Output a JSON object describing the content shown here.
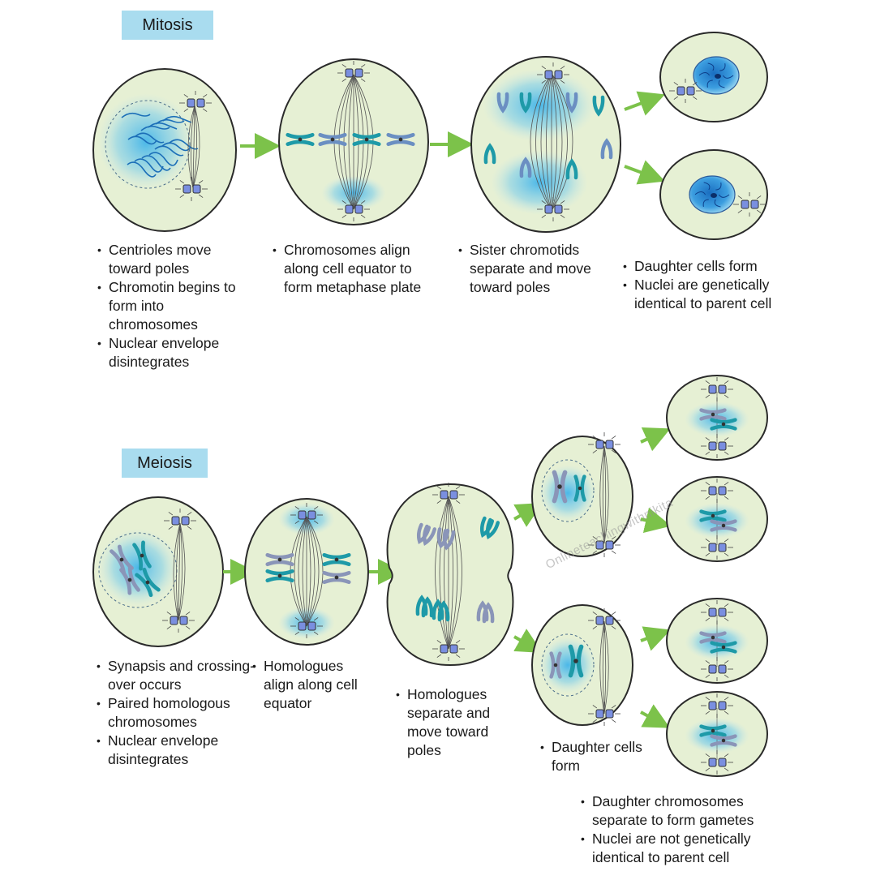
{
  "mitosis": {
    "title": "Mitosis",
    "steps": [
      {
        "bullets": [
          "Centrioles move toward poles",
          "Chromotin begins to form into chromosomes",
          "Nuclear envelope disintegrates"
        ]
      },
      {
        "bullets": [
          "Chromosomes align along cell equator to form metaphase plate"
        ]
      },
      {
        "bullets": [
          "Sister chromotids separate and move toward poles"
        ]
      },
      {
        "bullets": [
          "Daughter cells form",
          "Nuclei are genetically identical to parent cell"
        ]
      }
    ]
  },
  "meiosis": {
    "title": "Meiosis",
    "steps": [
      {
        "bullets": [
          "Synapsis and crossing-over occurs",
          "Paired homologous chromosomes",
          "Nuclear envelope disintegrates"
        ]
      },
      {
        "bullets": [
          "Homologues align along cell equator"
        ]
      },
      {
        "bullets": [
          "Homologues separate and move toward poles"
        ]
      },
      {
        "bullets": [
          "Daughter cells form"
        ]
      },
      {
        "bullets": [
          "Daughter chromosomes separate to form gametes",
          "Nuclei are not genetically identical to parent cell"
        ]
      }
    ]
  },
  "watermark": "Onlineteachingwithnikita",
  "colors": {
    "cell_fill": "#e6f0d4",
    "cell_stroke": "#2a2a2a",
    "arrow": "#7cc24a",
    "title_box": "#a9dcef",
    "chromosome_teal": "#1e9aa8",
    "chromosome_grey": "#8a95b8",
    "nucleus_blue": "#4aa8e0"
  }
}
